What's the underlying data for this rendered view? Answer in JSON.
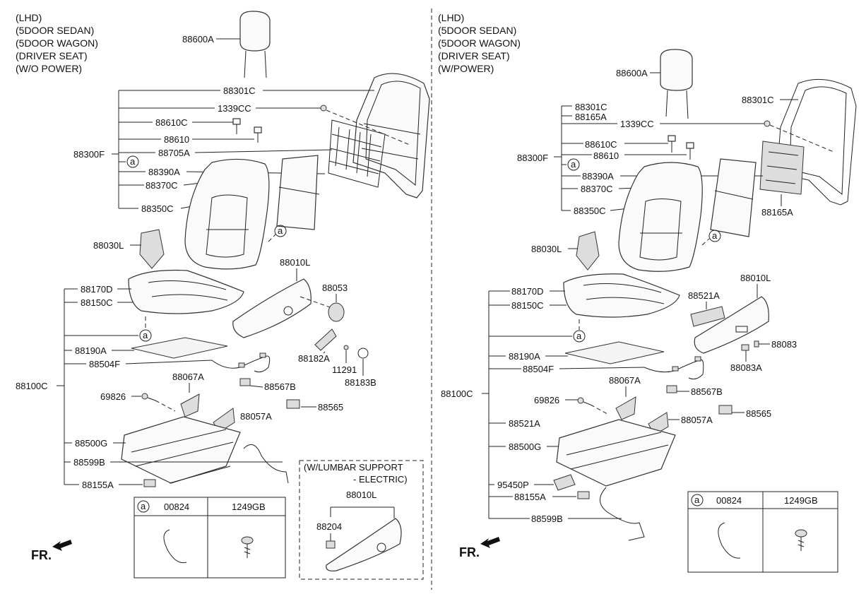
{
  "left": {
    "header": [
      "(LHD)",
      "(5DOOR SEDAN)",
      "(5DOOR WAGON)",
      "(DRIVER SEAT)",
      "(W/O POWER)"
    ],
    "labels": {
      "headrest": "88600A",
      "frame": "88301C",
      "screw": "1339CC",
      "guide1": "88610C",
      "guide2": "88610",
      "back_assy": "88300F",
      "spring": "88705A",
      "back_cover": "88390A",
      "back_pad": "88370C",
      "back_trim": "88350C",
      "recliner_cover": "88030L",
      "cush_cover": "88170D",
      "cush_pad": "88150C",
      "mat": "88190A",
      "harness": "88504F",
      "cushion_assy": "88100C",
      "bolt": "69826",
      "bracket_a": "88067A",
      "bracket_b": "88057A",
      "track": "88500G",
      "cable": "88599B",
      "sensor": "88155A",
      "side_shield": "88010L",
      "knob": "88053",
      "lever": "88182A",
      "screw2": "11291",
      "cap": "88183B",
      "clip": "88567B",
      "clip2": "88565"
    },
    "lumbar": {
      "title1": "(W/LUMBAR SUPPORT",
      "title2": "- ELECTRIC)",
      "shield": "88010L",
      "switch": "88204"
    },
    "legend": {
      "a": "a",
      "col1": "00824",
      "col2": "1249GB"
    }
  },
  "right": {
    "header": [
      "(LHD)",
      "(5DOOR SEDAN)",
      "(5DOOR WAGON)",
      "(DRIVER SEAT)",
      "(W/POWER)"
    ],
    "labels": {
      "headrest": "88600A",
      "frame": "88301C",
      "frame_r": "88301C",
      "lumbar": "88165A",
      "lumbar_r": "88165A",
      "screw": "1339CC",
      "guide1": "88610C",
      "guide2": "88610",
      "back_assy": "88300F",
      "back_cover": "88390A",
      "back_pad": "88370C",
      "back_trim": "88350C",
      "recliner_cover": "88030L",
      "cush_cover": "88170D",
      "cush_pad": "88150C",
      "mat": "88190A",
      "harness": "88504F",
      "cushion_assy": "88100C",
      "bolt": "69826",
      "switch_assy": "88521A",
      "track": "88500G",
      "module": "95450P",
      "sensor": "88155A",
      "cable": "88599B",
      "side_shield": "88010L",
      "switch": "88521A",
      "knob": "88083",
      "knob2": "88083A",
      "clip": "88567B",
      "bracket_a": "88067A",
      "bracket_b": "88057A",
      "clip2": "88565"
    },
    "legend": {
      "a": "a",
      "col1": "00824",
      "col2": "1249GB"
    }
  },
  "fr": "FR."
}
